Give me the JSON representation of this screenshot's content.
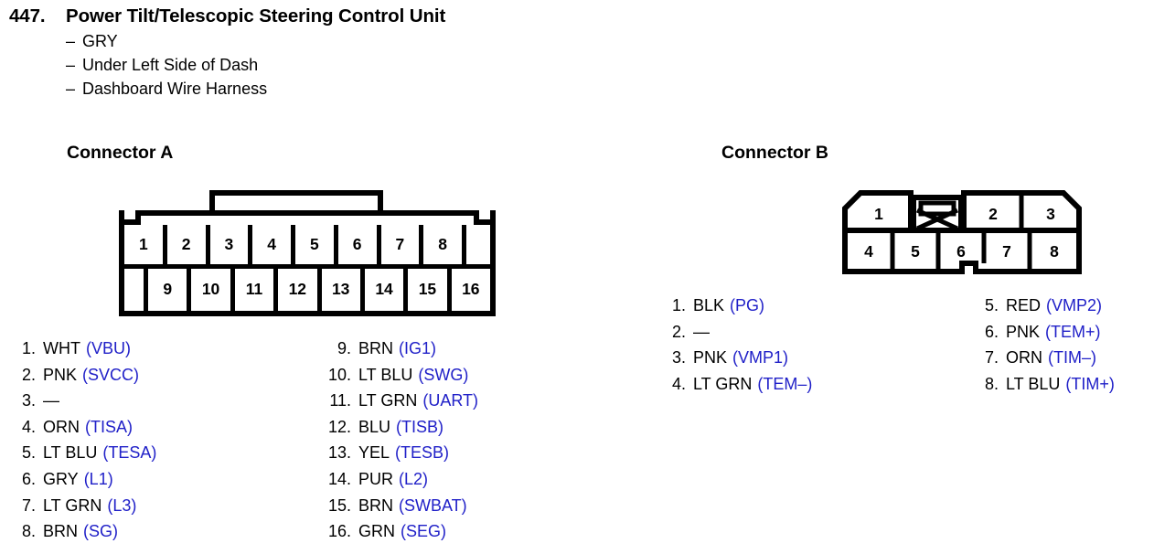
{
  "header": {
    "number": "447.",
    "title": "Power Tilt/Telescopic Steering Control Unit",
    "dash": "–",
    "details": [
      "GRY",
      "Under Left Side of Dash",
      "Dashboard Wire Harness"
    ]
  },
  "colors": {
    "signal_blue": "#2020c8",
    "ink_black": "#000000",
    "page_background": "#ffffff"
  },
  "connector_a": {
    "heading": "Connector A",
    "diagram": {
      "top_row": [
        "1",
        "2",
        "3",
        "4",
        "5",
        "6",
        "7",
        "8",
        ""
      ],
      "bottom_row": [
        "",
        "9",
        "10",
        "11",
        "12",
        "13",
        "14",
        "15",
        "16"
      ]
    },
    "pins_left": [
      {
        "index": "1.",
        "color": "WHT",
        "signal": "(VBU)"
      },
      {
        "index": "2.",
        "color": "PNK",
        "signal": "(SVCC)"
      },
      {
        "index": "3.",
        "color": "—",
        "signal": ""
      },
      {
        "index": "4.",
        "color": "ORN",
        "signal": "(TISA)"
      },
      {
        "index": "5.",
        "color": "LT BLU",
        "signal": "(TESA)"
      },
      {
        "index": "6.",
        "color": "GRY",
        "signal": "(L1)"
      },
      {
        "index": "7.",
        "color": "LT GRN",
        "signal": "(L3)"
      },
      {
        "index": "8.",
        "color": "BRN",
        "signal": "(SG)"
      }
    ],
    "pins_right": [
      {
        "index": "9.",
        "color": "BRN",
        "signal": "(IG1)"
      },
      {
        "index": "10.",
        "color": "LT BLU",
        "signal": "(SWG)"
      },
      {
        "index": "11.",
        "color": "LT GRN",
        "signal": "(UART)"
      },
      {
        "index": "12.",
        "color": "BLU",
        "signal": "(TISB)"
      },
      {
        "index": "13.",
        "color": "YEL",
        "signal": "(TESB)"
      },
      {
        "index": "14.",
        "color": "PUR",
        "signal": "(L2)"
      },
      {
        "index": "15.",
        "color": "BRN",
        "signal": "(SWBAT)"
      },
      {
        "index": "16.",
        "color": "GRN",
        "signal": "(SEG)"
      }
    ]
  },
  "connector_b": {
    "heading": "Connector B",
    "diagram": {
      "top_row": [
        "1",
        "blocked",
        "2",
        "3"
      ],
      "bottom_row": [
        "4",
        "5",
        "6",
        "7",
        "8"
      ]
    },
    "pins_left": [
      {
        "index": "1.",
        "color": "BLK",
        "signal": "(PG)"
      },
      {
        "index": "2.",
        "color": "—",
        "signal": ""
      },
      {
        "index": "3.",
        "color": "PNK",
        "signal": "(VMP1)"
      },
      {
        "index": "4.",
        "color": "LT GRN",
        "signal": "(TEM–)"
      }
    ],
    "pins_right": [
      {
        "index": "5.",
        "color": "RED",
        "signal": "(VMP2)"
      },
      {
        "index": "6.",
        "color": "PNK",
        "signal": "(TEM+)"
      },
      {
        "index": "7.",
        "color": "ORN",
        "signal": "(TIM–)"
      },
      {
        "index": "8.",
        "color": "LT BLU",
        "signal": "(TIM+)"
      }
    ]
  }
}
